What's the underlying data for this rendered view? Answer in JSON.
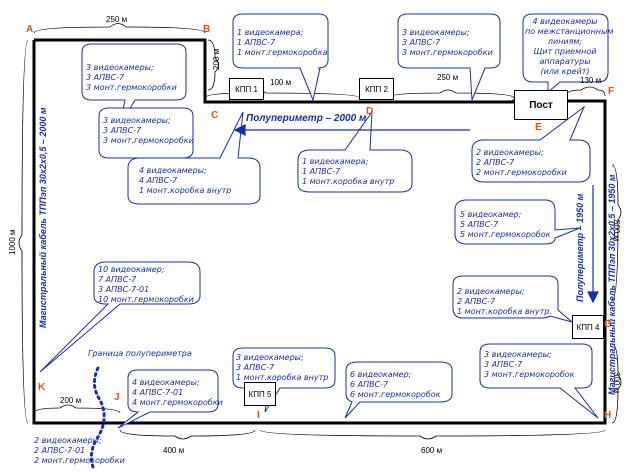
{
  "points": {
    "A": "A",
    "B": "B",
    "C": "C",
    "D": "D",
    "E": "E",
    "F": "F",
    "G": "G",
    "H": "H",
    "I": "I",
    "J": "J",
    "K": "K"
  },
  "dimensions": {
    "ab": "250 м",
    "b_down": "200 м",
    "kpp_gap": "100 м",
    "d_post": "250 м",
    "post_f": "130 м",
    "left": "1000 м",
    "right_mid": "500 м",
    "right_low": "300 м",
    "ki": "200 м",
    "ji": "400 м",
    "ih": "600 м"
  },
  "posts": {
    "kpp1": "КПП 1",
    "kpp2": "КПП 2",
    "kpp4": "КПП 4",
    "kpp5": "КПП 5",
    "post": "Пост"
  },
  "perimeter": {
    "top": "Полупериметр – 2000 м",
    "right": "Полупериметр – 1950 м",
    "boundary": "Граница полупериметра"
  },
  "cables": {
    "left": "Магистральный кабель ТППэп 30х2х0,5 – 2000 м",
    "right": "Магистральный кабель ТППэп 30х2х0,5 – 1950 м"
  },
  "callouts": {
    "c1": "3 видеокамеры;\n3 АПВС-7\n3 монт.гермокоробки",
    "c2": "3 видеокамеры;\n3 АПВС-7\n3 монт.гермокоробки",
    "c3": "4 видеокамеры;\n4 АПВС-7\n1 монт.коробка внутр",
    "c4": "1 видеокамера;\n1 АПВС-7\n1 монт.гермокоробка",
    "c5": "3 видеокамеры;\n3 АПВС-7\n3 монт.гермокоробки",
    "c6": "1 видеокамера;\n1 АПВС-7\n1 монт.коробка внутр",
    "c7": "4 видеокамеры\nпо межстанционным\nлиниям;\nЩит приемной\nаппаратуры\n(или крейт)",
    "c8": "2 видеокамеры;\n2 АПВС-7\n2 монт.гермокоробки",
    "c9": "5 видеокамер;\n5 АПВС-7\n5 монт.гермокоробок",
    "c10": "2 видеокамеры;\n2 АПВС-7\n1 монт.коробка внутр.",
    "c11": "10 видеокамер;\n7 АПВС-7\n3 АПВС-7-01\n10 монт.гермокоробки",
    "c12": "3 видеокамеры;\n3 АПВС-7\n1 монт.коробка внутр",
    "c13": "6 видеокамер;\n6 АПВС-7\n6 монт.гермокоробок",
    "c14": "3 видеокамеры;\n3 АПВС-7\n3 монт.гермокоробок",
    "c15": "4 видеокамеры;\n4 АПВС-7-01\n4 монт.гермокоробки",
    "c16": "2 видеокамеры;\n2 АПВС-7-01\n2 монт.гермокоробки"
  },
  "colors": {
    "callout_text": "#1a2fa8",
    "point_label": "#e8501a",
    "outline": "#000000"
  }
}
